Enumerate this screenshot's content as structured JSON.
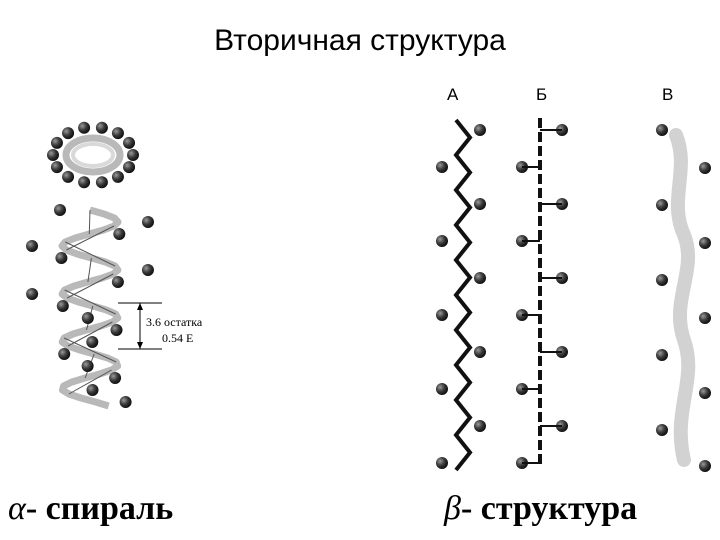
{
  "slide": {
    "title": "Вторичная структура"
  },
  "alpha": {
    "greek": "α",
    "label": "- спираль",
    "measure_residues": "3.6 остатка",
    "measure_pitch": "0.54 E"
  },
  "beta": {
    "greek": "β",
    "label": "- структура",
    "columns": [
      "А",
      "Б",
      "В"
    ]
  },
  "colors": {
    "atom": "#3a3a3a",
    "bond_light": "#b9b9b9",
    "backbone_dark": "#1a1a1a",
    "ribbon": "#d2d2d2"
  }
}
